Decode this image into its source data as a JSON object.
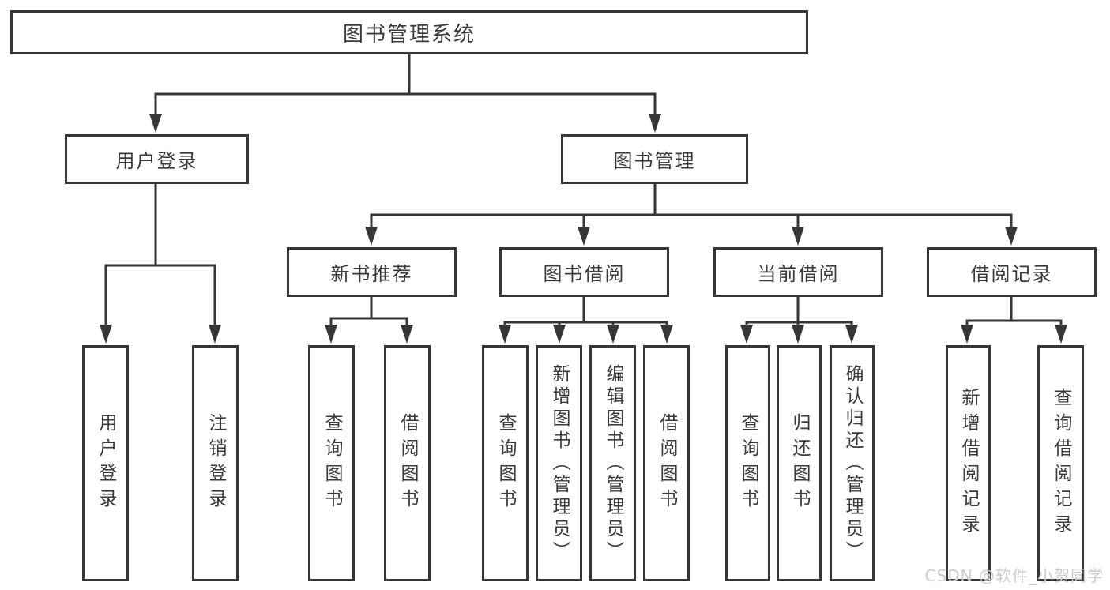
{
  "diagram": {
    "title": "图书管理系统",
    "nodes": {
      "root": {
        "label": "图书管理系统"
      },
      "user_login": {
        "label": "用户登录"
      },
      "book_management": {
        "label": "图书管理"
      },
      "new_book_recommend": {
        "label": "新书推荐"
      },
      "book_borrow": {
        "label": "图书借阅"
      },
      "current_borrow": {
        "label": "当前借阅"
      },
      "borrow_records": {
        "label": "借阅记录"
      },
      "ul_user_login": {
        "label": "用户登录"
      },
      "ul_logout": {
        "label": "注销登录"
      },
      "nb_query_books": {
        "label": "查询图书"
      },
      "nb_borrow_books": {
        "label": "借阅图书"
      },
      "bb_query_books": {
        "label": "查询图书"
      },
      "bb_add_books": {
        "label": "新增图书（管理员）"
      },
      "bb_edit_books": {
        "label": "编辑图书（管理员）"
      },
      "bb_borrow_books": {
        "label": "借阅图书"
      },
      "cb_query_books": {
        "label": "查询图书"
      },
      "cb_return_books": {
        "label": "归还图书"
      },
      "cb_confirm_return": {
        "label": "确认归还（管理员）"
      },
      "br_add_record": {
        "label": "新增借阅记录"
      },
      "br_query_record": {
        "label": "查询借阅记录"
      }
    },
    "hierarchy": {
      "root": [
        "user_login",
        "book_management"
      ],
      "user_login": [
        "ul_user_login",
        "ul_logout"
      ],
      "book_management": [
        "new_book_recommend",
        "book_borrow",
        "current_borrow",
        "borrow_records"
      ],
      "new_book_recommend": [
        "nb_query_books",
        "nb_borrow_books"
      ],
      "book_borrow": [
        "bb_query_books",
        "bb_add_books",
        "bb_edit_books",
        "bb_borrow_books"
      ],
      "current_borrow": [
        "cb_query_books",
        "cb_return_books",
        "cb_confirm_return"
      ],
      "borrow_records": [
        "br_add_record",
        "br_query_record"
      ]
    },
    "watermark": {
      "text": "CSDN @软件_小贺同学"
    },
    "colors": {
      "line": "#363636",
      "box_border": "#363636",
      "box_fill": "#ffffff",
      "text": "#3a3a3a",
      "watermark": "#cbcbd2",
      "background": "#ffffff"
    }
  }
}
